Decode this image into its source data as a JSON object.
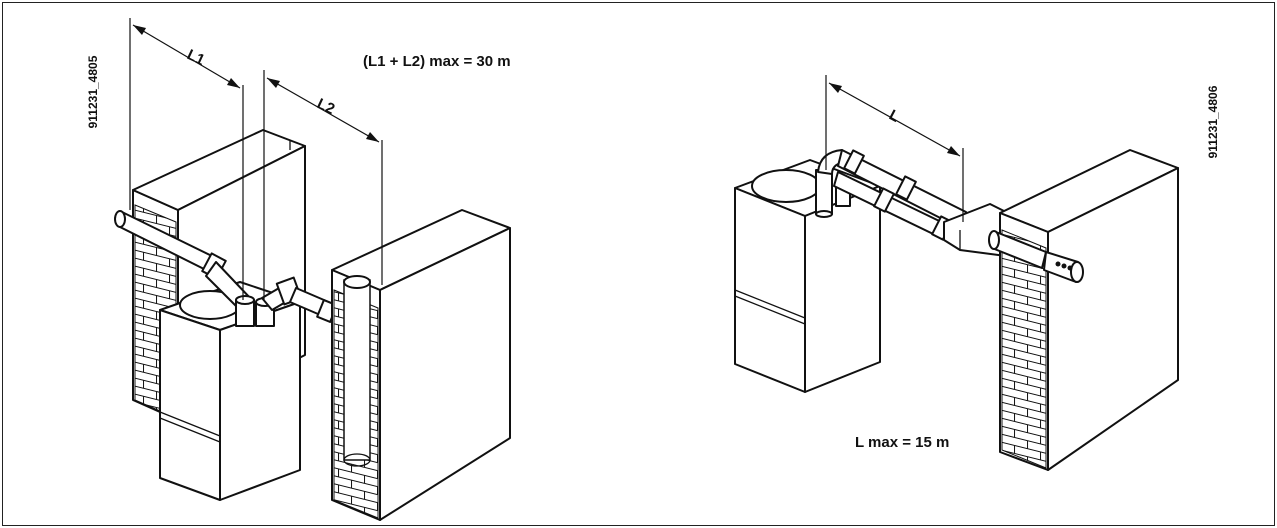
{
  "left_figure": {
    "code": "911231_4805",
    "label_l1": "L1",
    "label_l2": "L2",
    "formula": "(L1 + L2) max  = 30 m"
  },
  "right_figure": {
    "code": "911231_4806",
    "label_l": "L",
    "formula": "L max = 15 m"
  }
}
